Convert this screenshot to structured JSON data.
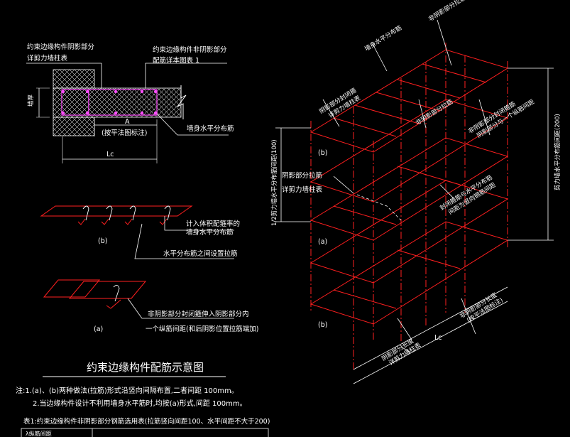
{
  "palette": {
    "background": "#000000",
    "red": "#ff1f1f",
    "white": "#ffffff",
    "hatch": "#ffffff",
    "magenta": "#ff4dff"
  },
  "plan": {
    "label_shadow_1": "约束边缘构件阴影部分",
    "label_shadow_2": "详剪力墙柱表",
    "label_nonshadow_1": "约束边缘构件非阴影部分",
    "label_nonshadow_2": "配筋详本图表 1",
    "wall_thickness": "墙厚",
    "dim_a": "A",
    "dim_a_note": "(按平法图标注)",
    "wall_horiz_bar": "墙身水平分布筋",
    "dim_lc": "Lc"
  },
  "detail_b": {
    "label": "(b)",
    "note_1": "计入体积配箍率的",
    "note_2": "墙身水平分布筋",
    "note_3": "水平分布筋之间设置拉筋"
  },
  "detail_a": {
    "label": "(a)",
    "note_1": "非阴影部分封闭箍伸入阴影部分内",
    "note_2": "一个纵筋间距(和后阴影位置拉筋端加)"
  },
  "iso": {
    "top_label": "非阴影部分拉筋",
    "top_label_2": "墙身水平分布筋",
    "shadow_stirrup_1": "阴影部分封闭箍",
    "shadow_stirrup_2": "详剪力墙柱表",
    "nonshadow_tie": "非阴影部分拉筋",
    "nonshadow_stirrup_1": "非阴影部分封闭箍筋",
    "nonshadow_stirrup_2": "阴影部分与一个纵筋间距",
    "level_b_top": "(b)",
    "level_a": "(a)",
    "level_b_bottom": "(b)",
    "left_spacing": "1/2剪力墙水平分布筋间距(100)",
    "right_spacing": "剪力墙水平分布筋间距(200)",
    "shadow_tie_1": "阴影部分拉筋",
    "shadow_tie_2": "详剪力墙柱表",
    "mid_note_1": "封闭箍筋与水平分布筋",
    "mid_note_2": "间距为竖向钢筋间距",
    "bottom_shadow_1": "阴影部分长度",
    "bottom_shadow_2": "详剪力墙柱表",
    "bottom_nonshadow_1": "非阴影部分长度",
    "bottom_nonshadow_2": "(按平法图标注)",
    "dim_lc": "Lc"
  },
  "caption": {
    "title": "约束边缘构件配筋示意图",
    "note_1": "注:1.(a)、(b)两种做法(拉筋)形式沿竖向间隔布置,二者间距 100mm。",
    "note_2": "2.当边缘构件设计不利用墙身水平筋时,均按(a)形式,间距 100mm。",
    "table_title": "表1:约束边缘构件非阴影部分钢筋选用表(拉筋竖向间距100、水平间距不大于200)",
    "table_head": "λ纵筋间距"
  }
}
